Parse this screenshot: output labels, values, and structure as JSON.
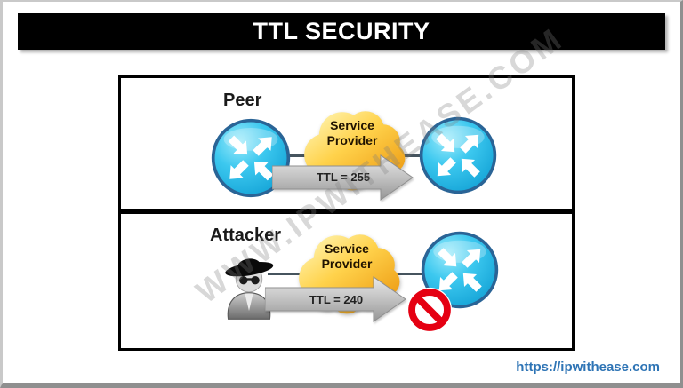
{
  "title": "TTL SECURITY",
  "watermark": "WWW.IPWITHEASE.COM",
  "footer": {
    "link_text": "https://ipwithease.com"
  },
  "diagram": {
    "top_panel": {
      "actor_label": "Peer",
      "cloud_label": "Service Provider",
      "ttl_label": "TTL = 255"
    },
    "bottom_panel": {
      "actor_label": "Attacker",
      "cloud_label": "Service Provider",
      "ttl_label": "TTL = 240"
    }
  },
  "icons": {
    "router": "cisco-router-icon",
    "cloud": "service-provider-cloud-icon",
    "attacker": "spy-icon",
    "blocked": "blocked-sign-icon"
  },
  "colors": {
    "title_bg": "#000000",
    "title_text": "#ffffff",
    "router_blue": "#2fc1ec",
    "router_border_blue": "#2a6496",
    "cloud_orange": "#f5a81c",
    "arrow_gray": "#ababab",
    "blocked_red": "#e50012",
    "link_blue": "#2e74b5",
    "panel_border": "#000000",
    "connector_line": "#46545e"
  }
}
